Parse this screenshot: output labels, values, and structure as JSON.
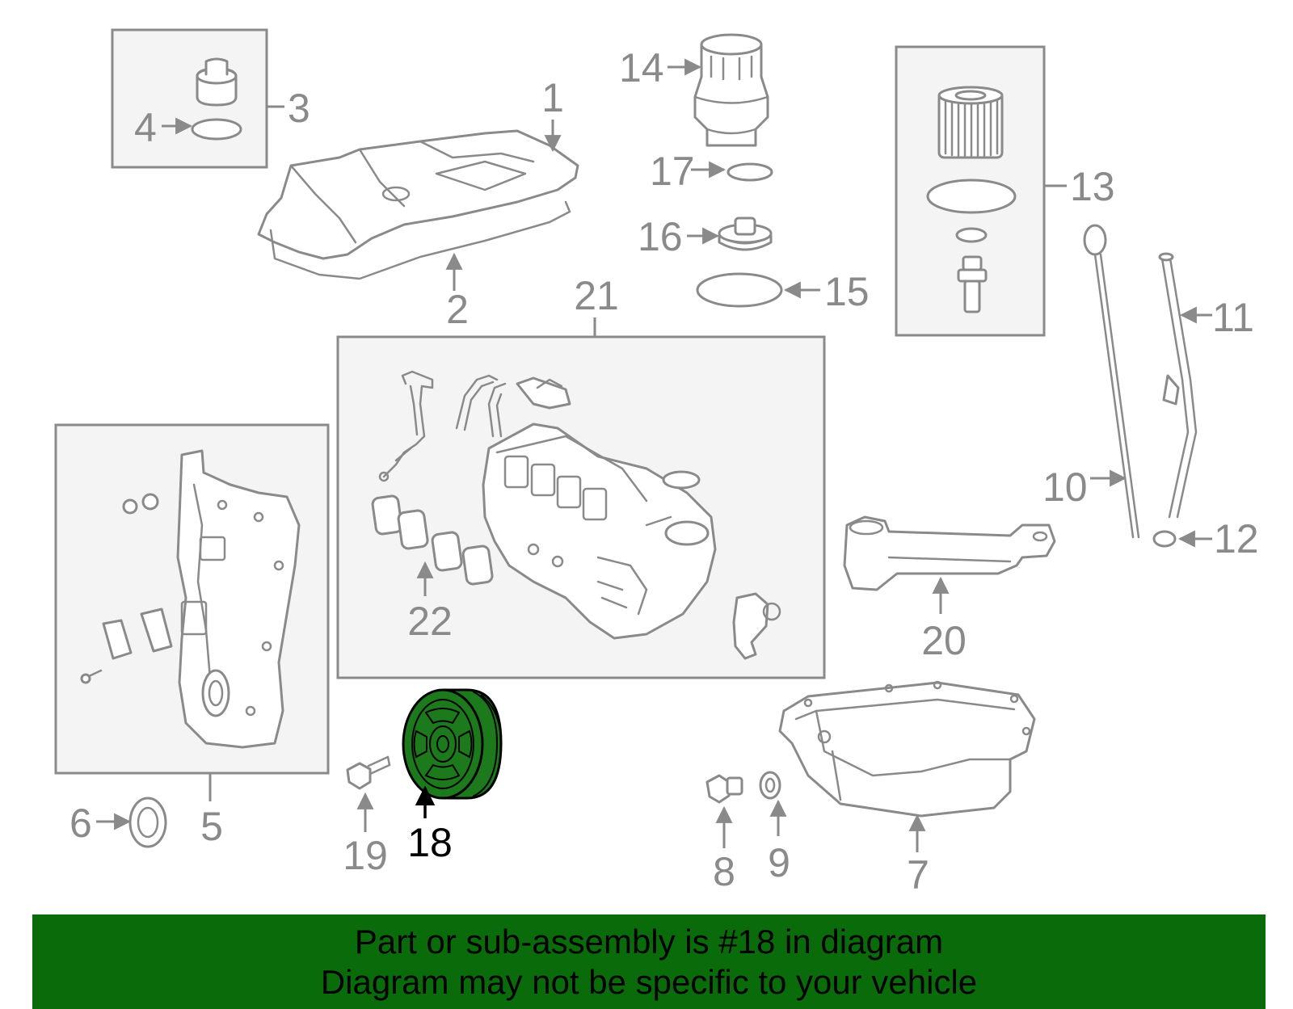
{
  "colors": {
    "banner_bg": "#0a6b0a",
    "banner_text": "#000000",
    "line_art": "#8a8a8a",
    "box_fill": "#f4f4f4",
    "highlight_part": "#1c7a1c",
    "highlight_label": "#000000"
  },
  "callouts": {
    "c1": "1",
    "c2": "2",
    "c3": "3",
    "c4": "4",
    "c5": "5",
    "c6": "6",
    "c7": "7",
    "c8": "8",
    "c9": "9",
    "c10": "10",
    "c11": "11",
    "c12": "12",
    "c13": "13",
    "c14": "14",
    "c15": "15",
    "c16": "16",
    "c17": "17",
    "c18": "18",
    "c19": "19",
    "c20": "20",
    "c21": "21",
    "c22": "22"
  },
  "highlighted_part": "18",
  "banner": {
    "line1": "Part or sub-assembly is #18 in diagram",
    "line2": "Diagram may not be specific to your vehicle"
  }
}
